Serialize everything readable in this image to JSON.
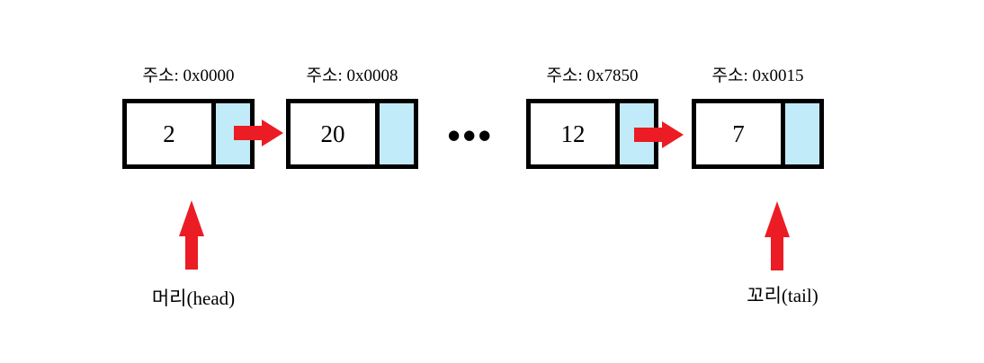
{
  "diagram": {
    "kind": "linked-list",
    "ellipsis": "●●●"
  },
  "nodes": [
    {
      "address_label": "주소: 0x0000",
      "value": "2"
    },
    {
      "address_label": "주소: 0x0008",
      "value": "20"
    },
    {
      "address_label": "주소: 0x7850",
      "value": "12"
    },
    {
      "address_label": "주소: 0x0015",
      "value": "7"
    }
  ],
  "pointers": {
    "head_label": "머리(head)",
    "tail_label": "꼬리(tail)"
  },
  "colors": {
    "arrow_red": "#EC1C24",
    "pointer_cell_blue": "#C1EBF8",
    "border_black": "#000000",
    "background": "#FFFFFF"
  }
}
